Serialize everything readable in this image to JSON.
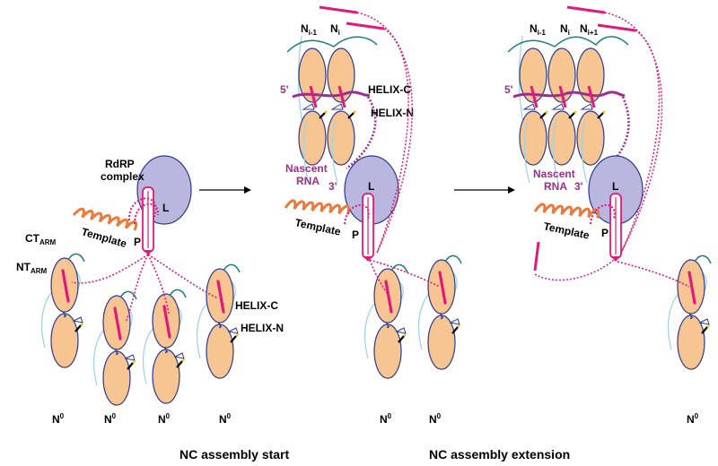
{
  "labels": {
    "rdrp_line1": "RdRP",
    "rdrp_line2": "complex",
    "l": "L",
    "p": "P",
    "template": "Template",
    "ct_arm_main": "CT",
    "ct_arm_sub": "ARM",
    "nt_arm_main": "NT",
    "nt_arm_sub": "ARM",
    "helix_c": "HELIX-C",
    "helix_n": "HELIX-N",
    "nascent_line1": "Nascent",
    "nascent_line2": "RNA",
    "five_prime": "5'",
    "three_prime": "3'",
    "n_main": "N",
    "n0_sup": "0",
    "ni_minus_sub": "i-1",
    "ni_sub": "i",
    "ni_plus_sub": "i+1"
  },
  "captions": {
    "start": "NC assembly start",
    "extension": "NC assembly extension"
  },
  "colors": {
    "n_body": "#f6c592",
    "n_outline": "#2c3a8c",
    "l_fill": "#b9b7dd",
    "magenta": "#e0197b",
    "purple_rna": "#9b2f8e",
    "template": "#ee7a3a",
    "teal": "#1e7e7e",
    "light_blue": "#9fd6e0"
  }
}
